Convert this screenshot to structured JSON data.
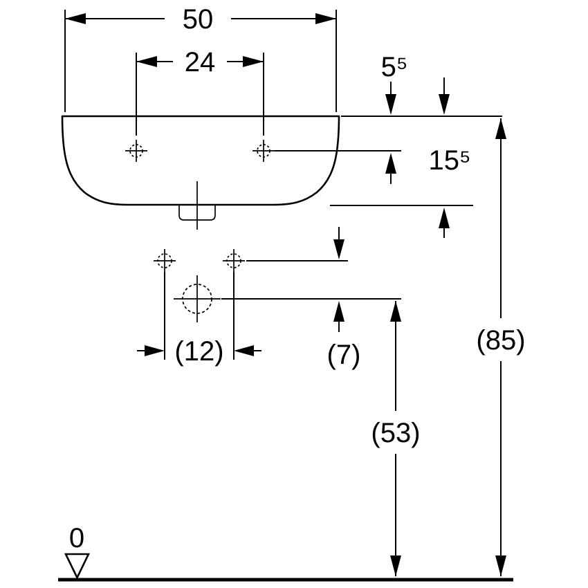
{
  "drawing": {
    "labels": {
      "overall_width": "50",
      "tap_hole_spacing": "24",
      "rim_to_tap_plane": "5⁵",
      "rim_to_apron": "15⁵",
      "rim_height": "(85)",
      "fixing_hole_spacing": "(12)",
      "fixing_to_drain_gap": "(7)",
      "drain_plane_height": "(53)",
      "datum_level": "0"
    },
    "colors": {
      "line": "#000000",
      "background": "#ffffff"
    }
  }
}
